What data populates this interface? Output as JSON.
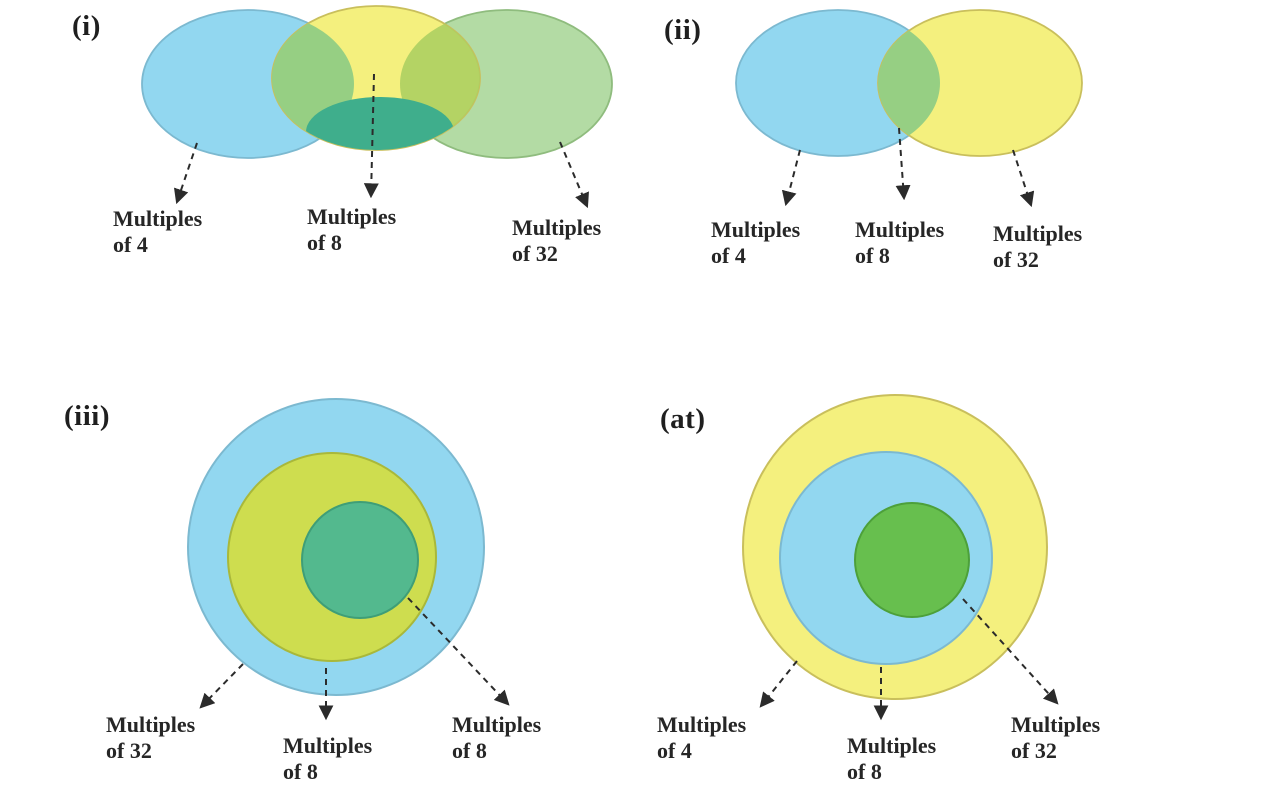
{
  "colors": {
    "background": "#ffffff",
    "text": "#262626",
    "arrow": "#2b2b2b",
    "blue": "#92d7f0",
    "blue_stroke": "#7cb9d0",
    "yellow": "#f4f07e",
    "yellow_stroke": "#c9bf5c",
    "green_translucent": "#abd79a",
    "green_translucent_stroke": "#8fbc7e",
    "overlap_green": "#96cf83",
    "overlap_olive": "#adcf62",
    "overlap_teal": "#3fae8c",
    "ring_yellow_green": "#cedd4f",
    "ring_yellow_green_stroke": "#a9b83a",
    "inner_teal_green": "#53b98e",
    "inner_teal_green_stroke": "#3f9e77",
    "grass_green": "#67bf4e",
    "grass_green_stroke": "#4da03a"
  },
  "panels": [
    {
      "index_label": "(i)",
      "labels": [
        {
          "line1": "Multiples",
          "line2": "of 4"
        },
        {
          "line1": "Multiples",
          "line2": "of 8"
        },
        {
          "line1": "Multiples",
          "line2": "of 32"
        }
      ]
    },
    {
      "index_label": "(ii)",
      "labels": [
        {
          "line1": "Multiples",
          "line2": "of 4"
        },
        {
          "line1": "Multiples",
          "line2": "of 8"
        },
        {
          "line1": "Multiples",
          "line2": "of 32"
        }
      ]
    },
    {
      "index_label": "(iii)",
      "labels": [
        {
          "line1": "Multiples",
          "line2": "of 32"
        },
        {
          "line1": "Multiples",
          "line2": "of 8"
        },
        {
          "line1": "Multiples",
          "line2": "of 8"
        }
      ]
    },
    {
      "index_label": "(at)",
      "labels": [
        {
          "line1": "Multiples",
          "line2": "of 4"
        },
        {
          "line1": "Multiples",
          "line2": "of 8"
        },
        {
          "line1": "Multiples",
          "line2": "of 32"
        }
      ]
    }
  ]
}
